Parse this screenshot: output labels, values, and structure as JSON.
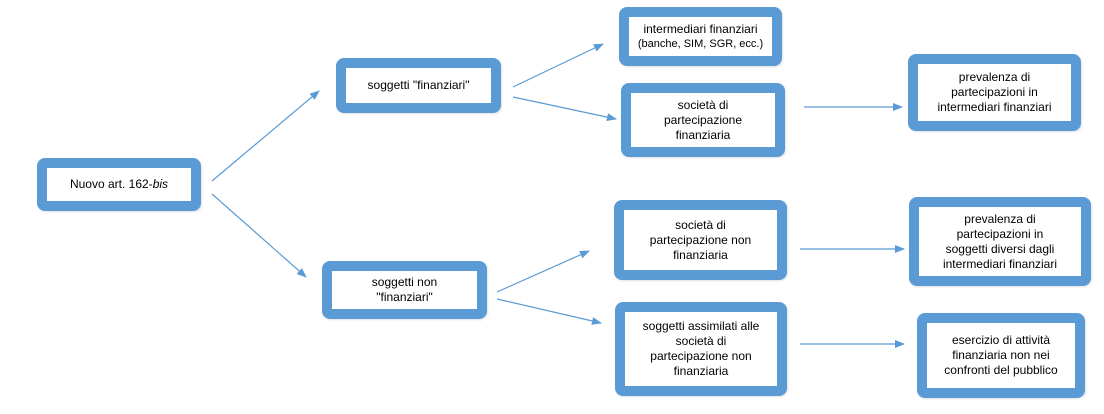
{
  "colors": {
    "box_border": "#5b9bd5",
    "box_fill": "#ffffff",
    "arrow": "#5b9bd5",
    "text": "#000000"
  },
  "nodes": {
    "root": {
      "label": "Nuovo art. 162-",
      "label_italic": "bis"
    },
    "financial": {
      "label": "soggetti \"finanziari\""
    },
    "non_financial": {
      "line1": "soggetti non",
      "line2": "\"finanziari\""
    },
    "intermediaries": {
      "line1": "intermediari finanziari",
      "line2": "(banche, SIM, SGR, ecc.)"
    },
    "financial_holding": {
      "line1": "società di",
      "line2": "partecipazione",
      "line3": "finanziaria"
    },
    "prevalence_intermediaries": {
      "line1": "prevalenza di",
      "line2": "partecipazioni in",
      "line3": "intermediari finanziari"
    },
    "non_financial_holding": {
      "line1": "società di",
      "line2": "partecipazione non",
      "line3": "finanziaria"
    },
    "prevalence_other": {
      "line1": "prevalenza di",
      "line2": "partecipazioni in",
      "line3": "soggetti diversi dagli",
      "line4": "intermediari finanziari"
    },
    "assimilated": {
      "line1": "soggetti assimilati alle",
      "line2": "società di",
      "line3": "partecipazione non",
      "line4": "finanziaria"
    },
    "activity": {
      "line1": "esercizio di attività",
      "line2": "finanziaria non nei",
      "line3": "confronti del pubblico"
    }
  }
}
